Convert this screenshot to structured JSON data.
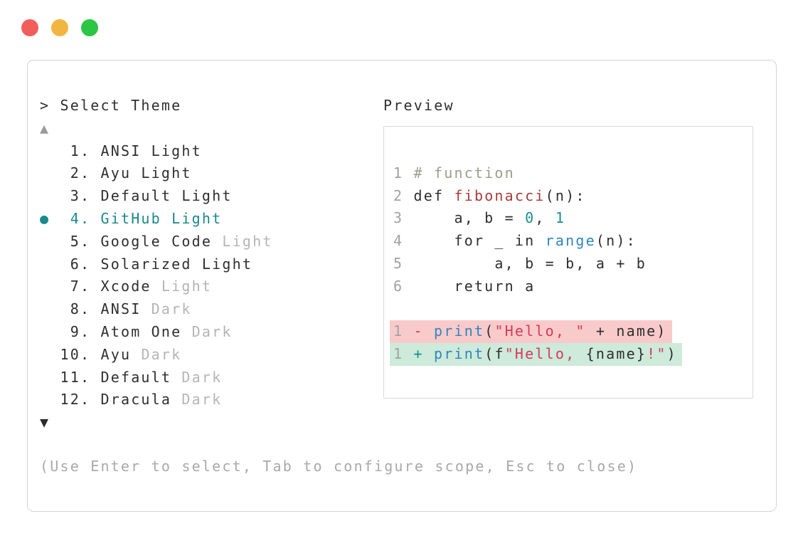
{
  "window": {
    "traffic_lights": [
      {
        "name": "close",
        "color": "#f15f5b"
      },
      {
        "name": "minimize",
        "color": "#f1b63f"
      },
      {
        "name": "zoom",
        "color": "#2cc544"
      }
    ]
  },
  "header": {
    "prompt": ">",
    "title": "Select Theme"
  },
  "theme_list": {
    "up_arrow": "▲",
    "down_arrow": "▼",
    "selected_marker": "●",
    "items": [
      {
        "number": "1.",
        "name": "ANSI Light",
        "muted_suffix": "",
        "selected": false
      },
      {
        "number": "2.",
        "name": "Ayu Light",
        "muted_suffix": "",
        "selected": false
      },
      {
        "number": "3.",
        "name": "Default Light",
        "muted_suffix": "",
        "selected": false
      },
      {
        "number": "4.",
        "name": "GitHub Light",
        "muted_suffix": "",
        "selected": true
      },
      {
        "number": "5.",
        "name": "Google Code",
        "muted_suffix": "Light",
        "selected": false
      },
      {
        "number": "6.",
        "name": "Solarized Light",
        "muted_suffix": "",
        "selected": false
      },
      {
        "number": "7.",
        "name": "Xcode",
        "muted_suffix": "Light",
        "selected": false
      },
      {
        "number": "8.",
        "name": "ANSI",
        "muted_suffix": "Dark",
        "selected": false
      },
      {
        "number": "9.",
        "name": "Atom One",
        "muted_suffix": "Dark",
        "selected": false
      },
      {
        "number": "10.",
        "name": "Ayu",
        "muted_suffix": "Dark",
        "selected": false
      },
      {
        "number": "11.",
        "name": "Default",
        "muted_suffix": "Dark",
        "selected": false
      },
      {
        "number": "12.",
        "name": "Dracula",
        "muted_suffix": "Dark",
        "selected": false
      }
    ]
  },
  "preview": {
    "label": "Preview",
    "lines": [
      {
        "diff": "",
        "tokens": [
          [
            "1",
            "ln"
          ],
          [
            " ",
            "p"
          ],
          [
            "# function",
            "comment"
          ]
        ]
      },
      {
        "diff": "",
        "tokens": [
          [
            "2",
            "ln"
          ],
          [
            " ",
            "p"
          ],
          [
            "def ",
            "p"
          ],
          [
            "fibonacci",
            "fname"
          ],
          [
            "(n):",
            "p"
          ]
        ]
      },
      {
        "diff": "",
        "tokens": [
          [
            "3",
            "ln"
          ],
          [
            " ",
            "p"
          ],
          [
            "    a, b = ",
            "p"
          ],
          [
            "0",
            "num"
          ],
          [
            ", ",
            "p"
          ],
          [
            "1",
            "num"
          ]
        ]
      },
      {
        "diff": "",
        "tokens": [
          [
            "4",
            "ln"
          ],
          [
            " ",
            "p"
          ],
          [
            "    for _ in ",
            "p"
          ],
          [
            "range",
            "call"
          ],
          [
            "(n):",
            "p"
          ]
        ]
      },
      {
        "diff": "",
        "tokens": [
          [
            "5",
            "ln"
          ],
          [
            " ",
            "p"
          ],
          [
            "        a, b = b, a + b",
            "p"
          ]
        ]
      },
      {
        "diff": "",
        "tokens": [
          [
            "6",
            "ln"
          ],
          [
            " ",
            "p"
          ],
          [
            "    return a",
            "p"
          ]
        ]
      },
      {
        "diff": "",
        "tokens": []
      },
      {
        "diff": "minus",
        "tokens": [
          [
            "1",
            "ln"
          ],
          [
            " ",
            "p"
          ],
          [
            "- ",
            "minus"
          ],
          [
            "print",
            "call"
          ],
          [
            "(",
            "p"
          ],
          [
            "\"Hello, \"",
            "str"
          ],
          [
            " + name)",
            "p"
          ]
        ]
      },
      {
        "diff": "plus",
        "tokens": [
          [
            "1",
            "ln"
          ],
          [
            " ",
            "p"
          ],
          [
            "+ ",
            "plus"
          ],
          [
            "print",
            "call"
          ],
          [
            "(f",
            "p"
          ],
          [
            "\"Hello, ",
            "str"
          ],
          [
            "{name}",
            "p"
          ],
          [
            "!\"",
            "str"
          ],
          [
            ")",
            "p"
          ]
        ]
      }
    ]
  },
  "footer": {
    "hint": "(Use Enter to select, Tab to configure scope, Esc to close)"
  },
  "colors": {
    "accent_selected": "#19898c",
    "diff_minus_bg": "#f9caca",
    "diff_plus_bg": "#cdeada",
    "string_red": "#d63a59",
    "call_blue": "#2e86c1",
    "number_teal": "#1a8e94",
    "function_red": "#a63d39",
    "comment_olive": "#9c9c8e"
  }
}
